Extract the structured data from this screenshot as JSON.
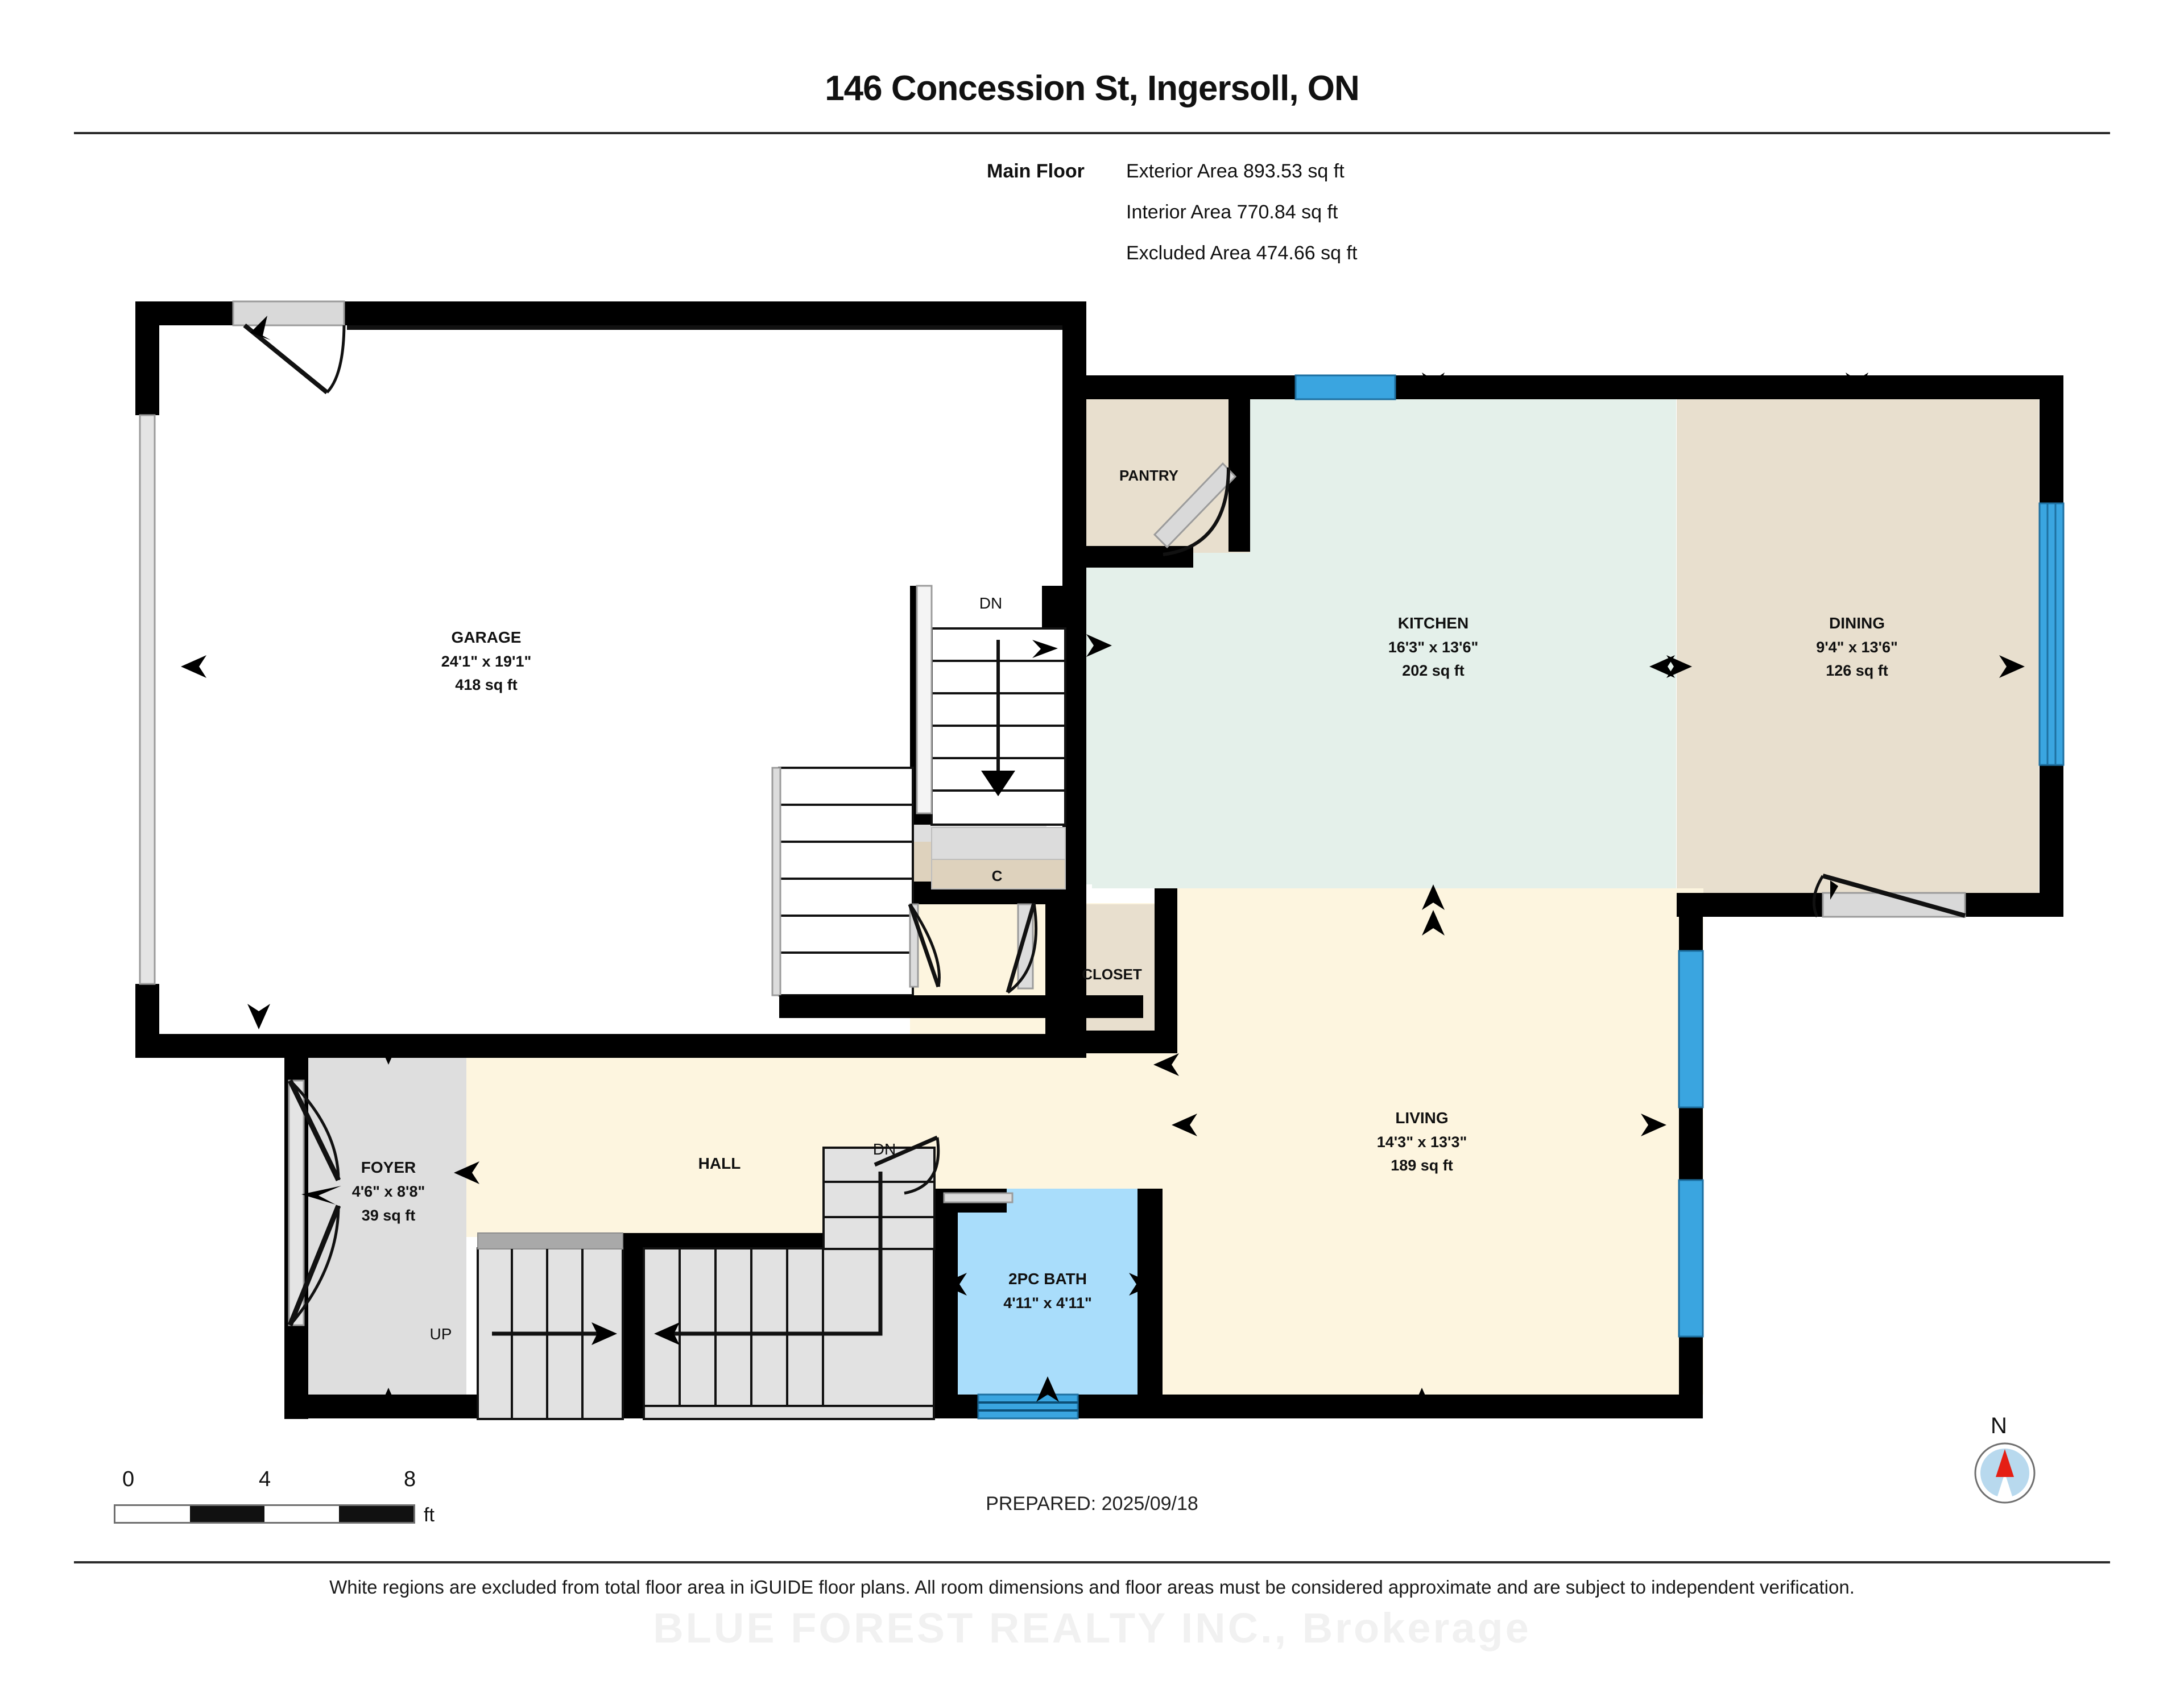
{
  "header": {
    "title": "146 Concession St, Ingersoll, ON",
    "floor_label": "Main Floor",
    "areas": [
      {
        "label": "Exterior Area",
        "value": "893.53 sq ft",
        "text": "Exterior Area 893.53 sq ft"
      },
      {
        "label": "Interior Area",
        "value": "770.84 sq ft",
        "text": "Interior Area 770.84 sq ft"
      },
      {
        "label": "Excluded Area",
        "value": "474.66 sq ft",
        "text": "Excluded Area 474.66 sq ft"
      }
    ]
  },
  "rooms": [
    {
      "name": "GARAGE",
      "dims": "24'1\" x 19'1\"",
      "area": "418 sq ft",
      "fill": "#ffffff",
      "excluded": true
    },
    {
      "name": "PANTRY",
      "dims": "",
      "area": "",
      "fill": "#e8dfce",
      "excluded": false
    },
    {
      "name": "KITCHEN",
      "dims": "16'3\" x 13'6\"",
      "area": "202 sq ft",
      "fill": "#e4f0ea",
      "excluded": false
    },
    {
      "name": "DINING",
      "dims": "9'4\" x 13'6\"",
      "area": "126 sq ft",
      "fill": "#e8dfce",
      "excluded": false
    },
    {
      "name": "LIVING",
      "dims": "14'3\" x 13'3\"",
      "area": "189 sq ft",
      "fill": "#fdf5df",
      "excluded": false
    },
    {
      "name": "HALL",
      "dims": "",
      "area": "",
      "fill": "#fdf5df",
      "excluded": false
    },
    {
      "name": "FOYER",
      "dims": "4'6\" x 8'8\"",
      "area": "39 sq ft",
      "fill": "#dedede",
      "excluded": false
    },
    {
      "name": "CLOSET",
      "dims": "",
      "area": "",
      "fill": "#e8dfce",
      "excluded": false
    },
    {
      "name": "C",
      "dims": "",
      "area": "",
      "fill": "#e8dfce",
      "excluded": false
    },
    {
      "name": "2PC BATH",
      "dims": "4'11\" x 4'11\"",
      "area": "",
      "fill": "#a9ddfb",
      "excluded": false
    }
  ],
  "room_labels": {
    "garage_name": "GARAGE",
    "garage_dims": "24'1\" x 19'1\"",
    "garage_area": "418 sq ft",
    "pantry_name": "PANTRY",
    "kitchen_name": "KITCHEN",
    "kitchen_dims": "16'3\" x 13'6\"",
    "kitchen_area": "202 sq ft",
    "dining_name": "DINING",
    "dining_dims": "9'4\" x 13'6\"",
    "dining_area": "126 sq ft",
    "living_name": "LIVING",
    "living_dims": "14'3\" x 13'3\"",
    "living_area": "189 sq ft",
    "hall_name": "HALL",
    "foyer_name": "FOYER",
    "foyer_dims": "4'6\" x 8'8\"",
    "foyer_area": "39 sq ft",
    "closet_name": "CLOSET",
    "c_name": "C",
    "bath_name": "2PC BATH",
    "bath_dims": "4'11\" x 4'11\""
  },
  "stairs": {
    "down_upper": "DN",
    "down_lower": "DN",
    "up": "UP"
  },
  "scale": {
    "ticks": [
      "0",
      "4",
      "8"
    ],
    "unit": "ft",
    "segments": [
      "light",
      "dark",
      "light",
      "dark"
    ]
  },
  "footer": {
    "prepared": "PREPARED: 2025/09/18",
    "compass_label": "N",
    "disclaimer": "White regions are excluded from total floor area in iGUIDE floor plans. All room dimensions and floor areas must be considered approximate and are subject to independent verification.",
    "watermark": "BLUE FOREST REALTY INC., Brokerage"
  },
  "colors": {
    "wall": "#000000",
    "window": "#3aa5e0",
    "kitchen_fill": "#e4f0ea",
    "dining_fill": "#e8dfce",
    "living_fill": "#fdf5df",
    "bath_fill": "#a9ddfb",
    "stair_fill": "#dedede",
    "compass_needle": "#e51e14",
    "compass_dial": "#b8d9ee"
  }
}
